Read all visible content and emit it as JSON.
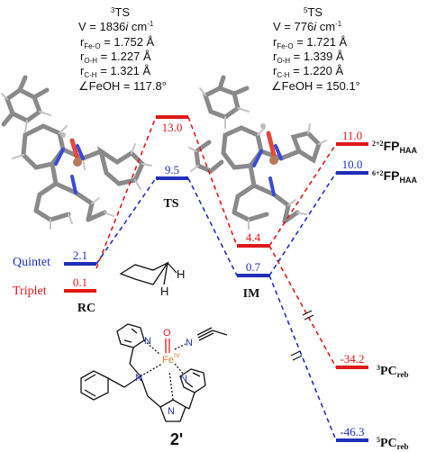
{
  "ts_triplet": {
    "header": "3TS",
    "freq": "V = 1836i cm-1",
    "r_fe_o": "rFe-O = 1.752 Å",
    "r_o_h": "rO-H = 1.227 Å",
    "r_c_h": "rC-H = 1.321 Å",
    "angle": "∠FeOH = 117.8°"
  },
  "ts_quintet": {
    "header": "5TS",
    "freq": "V = 776i cm-1",
    "r_fe_o": "rFe-O = 1.721 Å",
    "r_o_h": "rO-H = 1.339 Å",
    "r_c_h": "rC-H = 1.220 Å",
    "angle": "∠FeOH = 150.1°"
  },
  "legend": {
    "quintet": "Quintet",
    "triplet": "Triplet"
  },
  "states": {
    "rc": "RC",
    "ts": "TS",
    "im": "IM"
  },
  "energies": {
    "rc_quintet": "2.1",
    "rc_triplet": "0.1",
    "ts_triplet": "13.0",
    "ts_quintet": "9.5",
    "im_triplet": "4.4",
    "im_quintet": "0.7",
    "fp_triplet": "11.0",
    "fp_quintet": "10.0",
    "pc_triplet": "-34.2",
    "pc_quintet": "-46.3"
  },
  "product_labels": {
    "fp_triplet": "2+2FPHAA",
    "fp_quintet": "6+2FPHAA",
    "pc_triplet": "3PCreb",
    "pc_quintet": "5PCreb"
  },
  "complex": {
    "label": "2'",
    "fe": "Fe",
    "fe_ox": "IV",
    "o_atom": "O",
    "n_atom": "N",
    "h_atom": "H"
  },
  "colors": {
    "quintet": "#1f2fb8",
    "triplet": "#e01818",
    "metal": "#e07b2a"
  }
}
